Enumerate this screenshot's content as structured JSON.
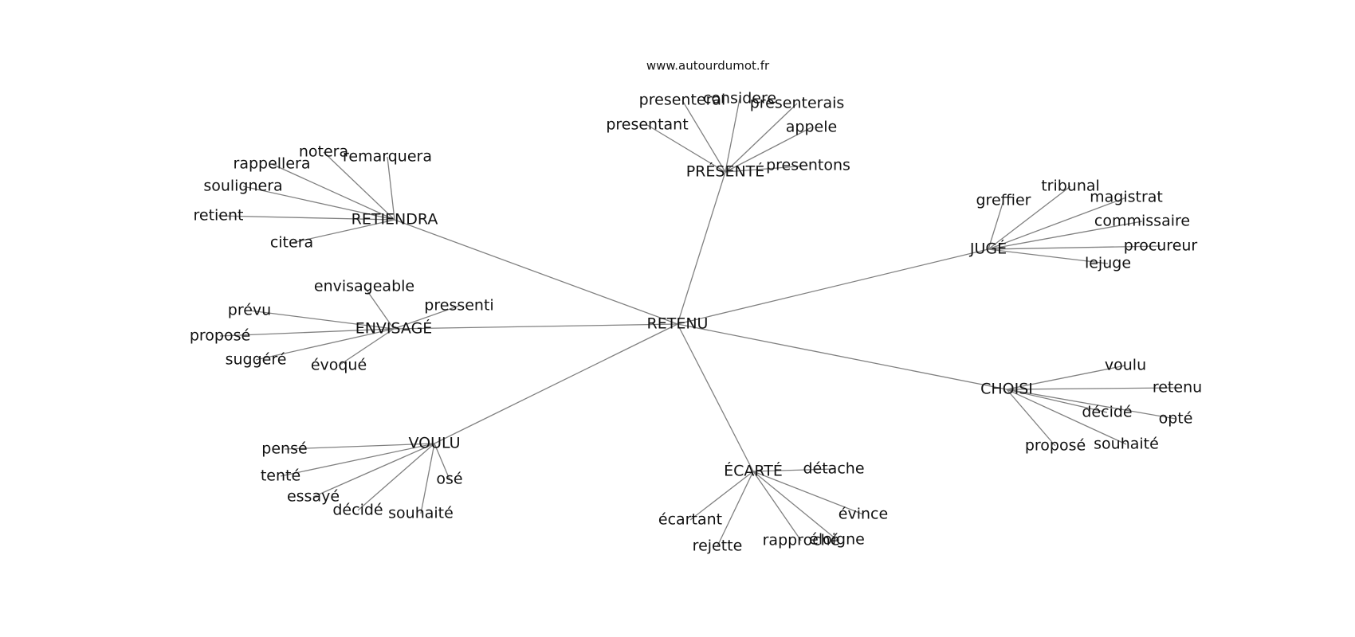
{
  "source_label": "www.autourdumot.fr",
  "graph": {
    "center": "RETENU",
    "groups": [
      {
        "hub": "PRÉSENTÉ",
        "leaves": [
          "presenterai",
          "considere",
          "presenterais",
          "presentant",
          "appele",
          "presentons"
        ]
      },
      {
        "hub": "RETIENDRA",
        "leaves": [
          "notera",
          "remarquera",
          "rappellera",
          "soulignera",
          "retient",
          "citera"
        ]
      },
      {
        "hub": "JUGÉ",
        "leaves": [
          "tribunal",
          "greffier",
          "magistrat",
          "commissaire",
          "procureur",
          "lejuge"
        ]
      },
      {
        "hub": "ENVISAGÉ",
        "leaves": [
          "envisageable",
          "pressenti",
          "prévu",
          "proposé",
          "suggéré",
          "évoqué"
        ]
      },
      {
        "hub": "CHOISI",
        "leaves": [
          "voulu",
          "retenu",
          "décidé",
          "opté",
          "souhaité",
          "proposé"
        ]
      },
      {
        "hub": "VOULU",
        "leaves": [
          "pensé",
          "tenté",
          "osé",
          "essayé",
          "décidé",
          "souhaité"
        ]
      },
      {
        "hub": "ÉCARTÉ",
        "leaves": [
          "détache",
          "écartant",
          "évince",
          "rejette",
          "rapproché",
          "éloigne"
        ]
      }
    ]
  }
}
